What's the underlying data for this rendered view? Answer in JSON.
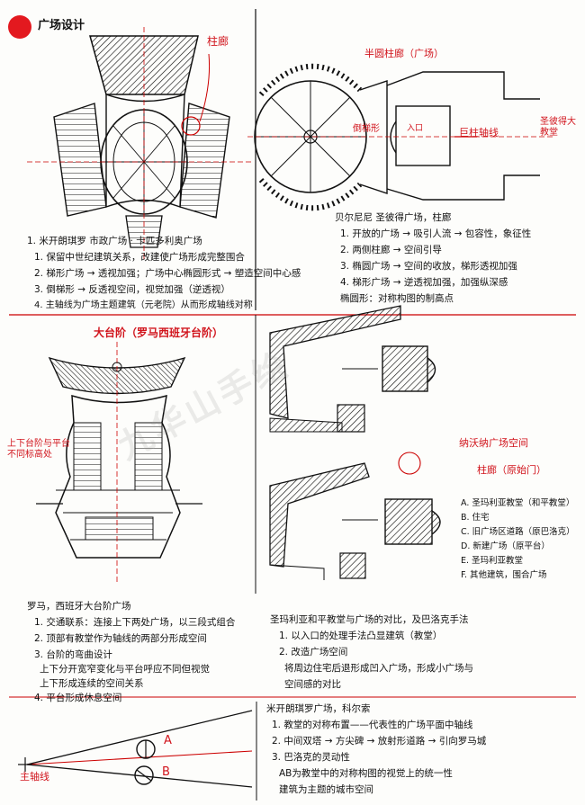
{
  "header": {
    "title": "广场设计"
  },
  "s1": {
    "label_colonnade": "柱廊",
    "notes": [
      "1. 米开朗琪罗 市政广场 · 卡匹多利奥广场",
      "1. 保留中世纪建筑关系，改建使广场形成完整围合",
      "2. 梯形广场 → 透视加强；广场中心椭圆形式 → 塑造空间中心感",
      "3. 倒梯形 → 反透视空间，视觉加强（逆透视）",
      "4. 主轴线为广场主题建筑（元老院）从而形成轴线对称"
    ]
  },
  "s2": {
    "label_top": "半圆柱廊（广场）",
    "label_side": "倒梯形",
    "label_axis": "巨柱轴线",
    "label_entrance": "入口",
    "label_basilica": "圣彼得大教堂",
    "notes": [
      "贝尔尼尼 圣彼得广场，柱廊",
      "1. 开放的广场 → 吸引人流 → 包容性，象征性",
      "2. 两侧柱廊 → 空间引导",
      "3. 椭圆广场 → 空间的收放，梯形透视加强",
      "4. 梯形广场 → 逆透视加强，加强纵深感",
      "椭圆形：对称构图的制高点"
    ]
  },
  "s3": {
    "title": "大台阶（罗马西班牙台阶）",
    "label_left": "上下台阶与平台不同标高处",
    "notes": [
      "罗马，西班牙大台阶广场",
      "1. 交通联系：连接上下两处广场，以三段式组合",
      "2. 顶部有教堂作为轴线的两部分形成空间",
      "3. 台阶的弯曲设计",
      "上下分开宽窄变化与平台呼应不同但视觉",
      "上下形成连续的空间关系",
      "4. 平台形成休息空间"
    ]
  },
  "s4": {
    "label_piazza": "纳沃纳广场空间",
    "label_colonnade": "柱廊（原始门）",
    "legend": [
      "A. 圣玛利亚教堂（和平教堂）",
      "B. 住宅",
      "C. 旧广场区道路（原巴洛克）",
      "D. 新建广场（原平台）",
      "E. 圣玛利亚教堂",
      "F. 其他建筑，围合广场"
    ],
    "notes": [
      "圣玛利亚和平教堂与广场的对比，及巴洛克手法",
      "1. 以入口的处理手法凸显建筑（教堂）",
      "2. 改造广场空间",
      "将周边住宅后退形成凹入广场，形成小广场与",
      "空间感的对比"
    ]
  },
  "s5": {
    "label_axis": "主轴线",
    "label_a": "A",
    "label_b": "B",
    "notes": [
      "米开朗琪罗广场，科尔索",
      "1. 教堂的对称布置——代表性的广场平面中轴线",
      "2. 中间双塔 → 方尖碑 → 放射形道路 → 引向罗马城",
      "3. 巴洛克的灵动性",
      "AB为教堂中的对称构图的视觉上的统一性",
      "建筑为主题的城市空间"
    ]
  }
}
